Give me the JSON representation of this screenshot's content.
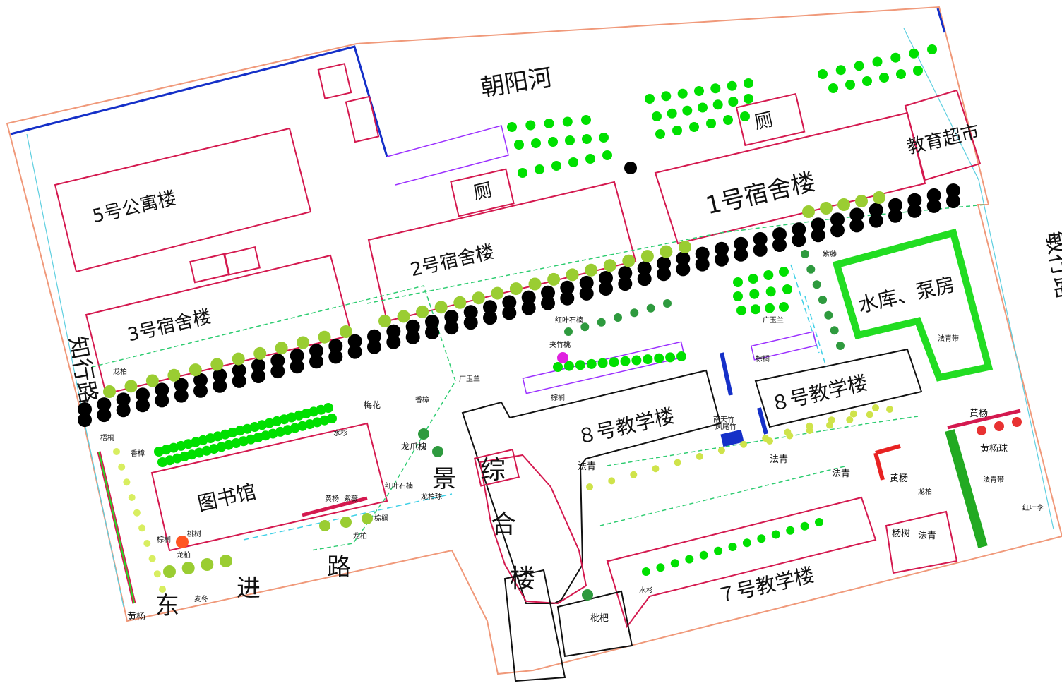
{
  "colors": {
    "boundary": "#f0997a",
    "building": "#d4194f",
    "tree_black": "#000000",
    "tree_bright": "#00e000",
    "tree_olive": "#9acd32",
    "tree_dark": "#2e9a3e",
    "river_edge": "#1530c8",
    "road_line": "#5ecfe0",
    "purple": "#9b30ff"
  },
  "roads": {
    "chaoyang_he": "朝阳河",
    "minxing_lu": "敏行路",
    "zhixing_lu": "知行路",
    "dongjin_lu": [
      "东",
      "进",
      "路"
    ],
    "jing": "景"
  },
  "buildings": {
    "apt5": "5号公寓楼",
    "dorm3": "3号宿舍楼",
    "dorm2": "2号宿舍楼",
    "toilet2": "厕",
    "dorm1": "1号宿舍楼",
    "toilet1": "厕",
    "market": "教育超市",
    "pump": "水库、泵房",
    "teach8a": "８号教学楼",
    "teach8b": "８号教学楼",
    "teach7": "７号教学楼",
    "library": "图书馆",
    "zonghe": [
      "综",
      "合",
      "楼"
    ]
  },
  "plants": {
    "fa_qing_1": "法青",
    "fa_qing_2": "法青",
    "fa_qing_3": "法青",
    "fa_qing_4": "法青",
    "fa_qing_dai_1": "法青带",
    "fa_qing_dai_2": "法青带",
    "huang_yang_1": "黄杨",
    "huang_yang_2": "黄杨",
    "huang_yang_3": "黄杨",
    "huang_yang_ball": "黄杨球",
    "yang_shu": "杨树",
    "long_bo_1": "龙柏",
    "long_bo_2": "龙柏",
    "long_bo_3": "龙柏",
    "long_bo_4": "龙柏",
    "long_bo_ball": "龙柏球",
    "zi_wei": "紫薇",
    "zi_wei_2": "紫藤",
    "guang_yu_lan_1": "广玉兰",
    "guang_yu_lan_2": "广玉兰",
    "zong_lv_1": "棕榈",
    "zong_lv_2": "棕榈",
    "zong_lv_3": "棕榈",
    "zong_lv_4": "棕榈",
    "hong_ye_shi_nan_1": "红叶石楠",
    "hong_ye_shi_nan_2": "红叶石楠",
    "jia_zhu_tao": "夹竹桃",
    "nan_tian_zhu": "南天竹",
    "feng_wei_zhu": "凤尾竹",
    "xiang_zhang_1": "香樟",
    "xiang_zhang_2": "香樟",
    "shui_shan_1": "水杉",
    "shui_shan_2": "水杉",
    "mei_hua": "梅花",
    "long_zhao_huai": "龙爪槐",
    "wu_tong": "梧桐",
    "tao_shu": "桃树",
    "mai_dong": "麦冬",
    "pi_pa": "枇杷",
    "hong_ye_li": "红叶李"
  }
}
